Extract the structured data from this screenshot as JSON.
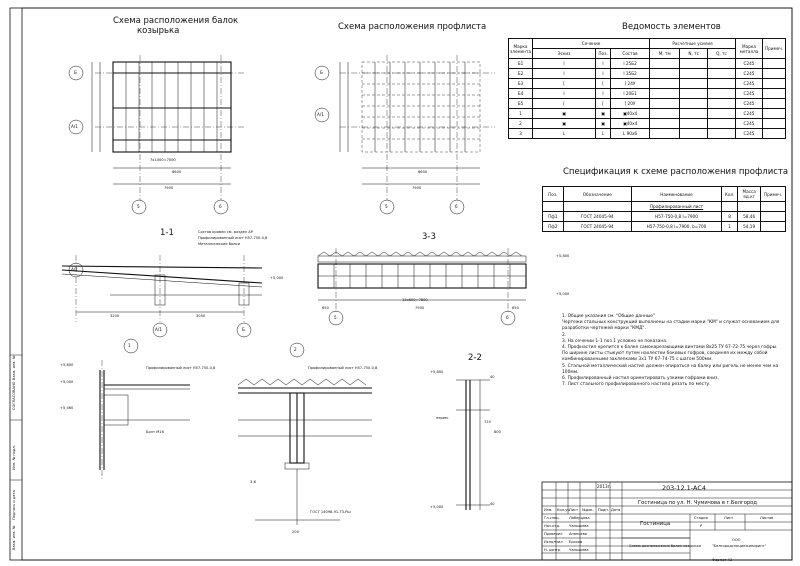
{
  "titles": {
    "beams": "Схема расположения балок",
    "beams2": "козырька",
    "profile": "Схема расположения профлиста",
    "elements": "Ведомость элементов",
    "spec": "Спецификация к схеме расположения профлиста",
    "sec11": "1-1",
    "sec33": "3-3",
    "sec22": "2-2",
    "node1": "1",
    "node2": "2"
  },
  "axes": {
    "b": "Б",
    "a1": "А/1",
    "a5": "5",
    "a6": "6"
  },
  "dims": {
    "d7900": "7900",
    "d6600": "6600",
    "d650": "650",
    "d1300": "1300",
    "d3200": "3200",
    "d3050": "3050",
    "d13600": "13х600=7800",
    "d7x1000": "7х1000=7000",
    "d600": "600",
    "d720": "720",
    "d800": "800",
    "d40": "40",
    "d200": "200"
  },
  "elements_table": {
    "headers": [
      "Марка элемента",
      "Сечение",
      "Расчетные усилия",
      "Марка металла",
      "Примеч."
    ],
    "subheaders": [
      "Эскиз",
      "Поз.",
      "Состав",
      "M, тм",
      "N, тс",
      "Q, тс"
    ],
    "rows": [
      [
        "Б1",
        "I",
        "I",
        "I 25Б2",
        "",
        "",
        "",
        "С245",
        ""
      ],
      [
        "Б2",
        "I",
        "I",
        "I 35Б2",
        "",
        "",
        "",
        "С245",
        ""
      ],
      [
        "Б3",
        "[",
        "[",
        "[ 24У",
        "",
        "",
        "",
        "С245",
        ""
      ],
      [
        "Б4",
        "I",
        "I",
        "I 20Б1",
        "",
        "",
        "",
        "С245",
        ""
      ],
      [
        "Б5",
        "[",
        "[",
        "[ 20У",
        "",
        "",
        "",
        "С245",
        ""
      ],
      [
        "1",
        "▣",
        "▣",
        "▣40х4",
        "",
        "",
        "",
        "С245",
        ""
      ],
      [
        "2",
        "▣",
        "▣",
        "▣40х4",
        "",
        "",
        "",
        "С245",
        ""
      ],
      [
        "3",
        "L",
        "L",
        "L 90х6",
        "",
        "",
        "",
        "С245",
        ""
      ]
    ]
  },
  "spec_table": {
    "headers": [
      "Поз.",
      "Обозначение",
      "Наименование",
      "Кол.",
      "Масса ед.кг",
      "Примеч."
    ],
    "group": "Профилированный лист",
    "rows": [
      [
        "Пф1",
        "ГОСТ 24045-94",
        "Н57-750-0,8  l=7900",
        "8",
        "58,46",
        ""
      ],
      [
        "Пф2",
        "ГОСТ 24045-94",
        "Н57-750-0,8  l=7900, b=700",
        "1",
        "54,19",
        ""
      ]
    ]
  },
  "section_notes": {
    "n1": "Состав кровли см. раздел АР",
    "n2": "Профилированный лист Н57-750-0,8",
    "n3": "Металлические балки",
    "lvl1": "+5,800",
    "lvl2": "+5,000",
    "lvl3": "+5,460",
    "lvl4": "+5,800",
    "prof": "Профилированный лист Н57-750-0,8",
    "bolt": "Болт М16",
    "gost": "ГОСТ 14098-91-Т3-Рш",
    "perem": "перем.",
    "shov": "3-6"
  },
  "notes": [
    "1. Общие указания см. \"Общие данные\"",
    "Чертежи стальных конструкций выполнены на стадии марки \"КМ\" и служат основанием для разработки чертежей марки \"КМД\".",
    "2.",
    "3. На сечении 1-1 поз.1 условно не показана.",
    "4. Профнастил крепится к балке самонарезающими винтами 8х25 ТУ 67-72-75 через гофры. По ширине листы стыкуют путем нахлестки боковых гофров, соединяя их между собой комбинированными заклепками 3х1 ТУ 67-74-75 с шагом 500мм.",
    "5. Стальной металлический настил должен опираться на балку или ригель не менее чем на 100мм.",
    "6. Профилированный настил ориентировать узкими гофрами вниз.",
    "7. Лист стального профилированного настила резать по месту."
  ],
  "stamp": {
    "code": "203-12.1-АС4",
    "object": "Гостиница  по ул. Н. Чумичова  в г.Белгород",
    "building": "Гостиница",
    "sheet_title": "Схема расположения балок козырька",
    "stage_h": "Стадия",
    "sheet_h": "Лист",
    "sheets_h": "Листов",
    "stage": "Р",
    "org1": "ООО",
    "org2": "\"Белгородспецинжиниринг\"",
    "format": "Формат А2",
    "date": "2013г.",
    "roles": [
      "Гл.спец.",
      "Нач.отд.",
      "Проверил",
      "Исполнил",
      "Н. контр."
    ],
    "names": [
      "Лаберцова",
      "Чалышева",
      "Ананьева",
      "Ерохов",
      "Чалышева"
    ],
    "cols": [
      "Изм.",
      "Кол.уч",
      "Лист",
      "№док.",
      "Подп.",
      "Дата"
    ]
  },
  "left_strip": [
    "Взам. инв. №",
    "Подпись и дата",
    "Инв. № подл.",
    "СОГЛАСОВАНО",
    "Взам. инв. №"
  ]
}
